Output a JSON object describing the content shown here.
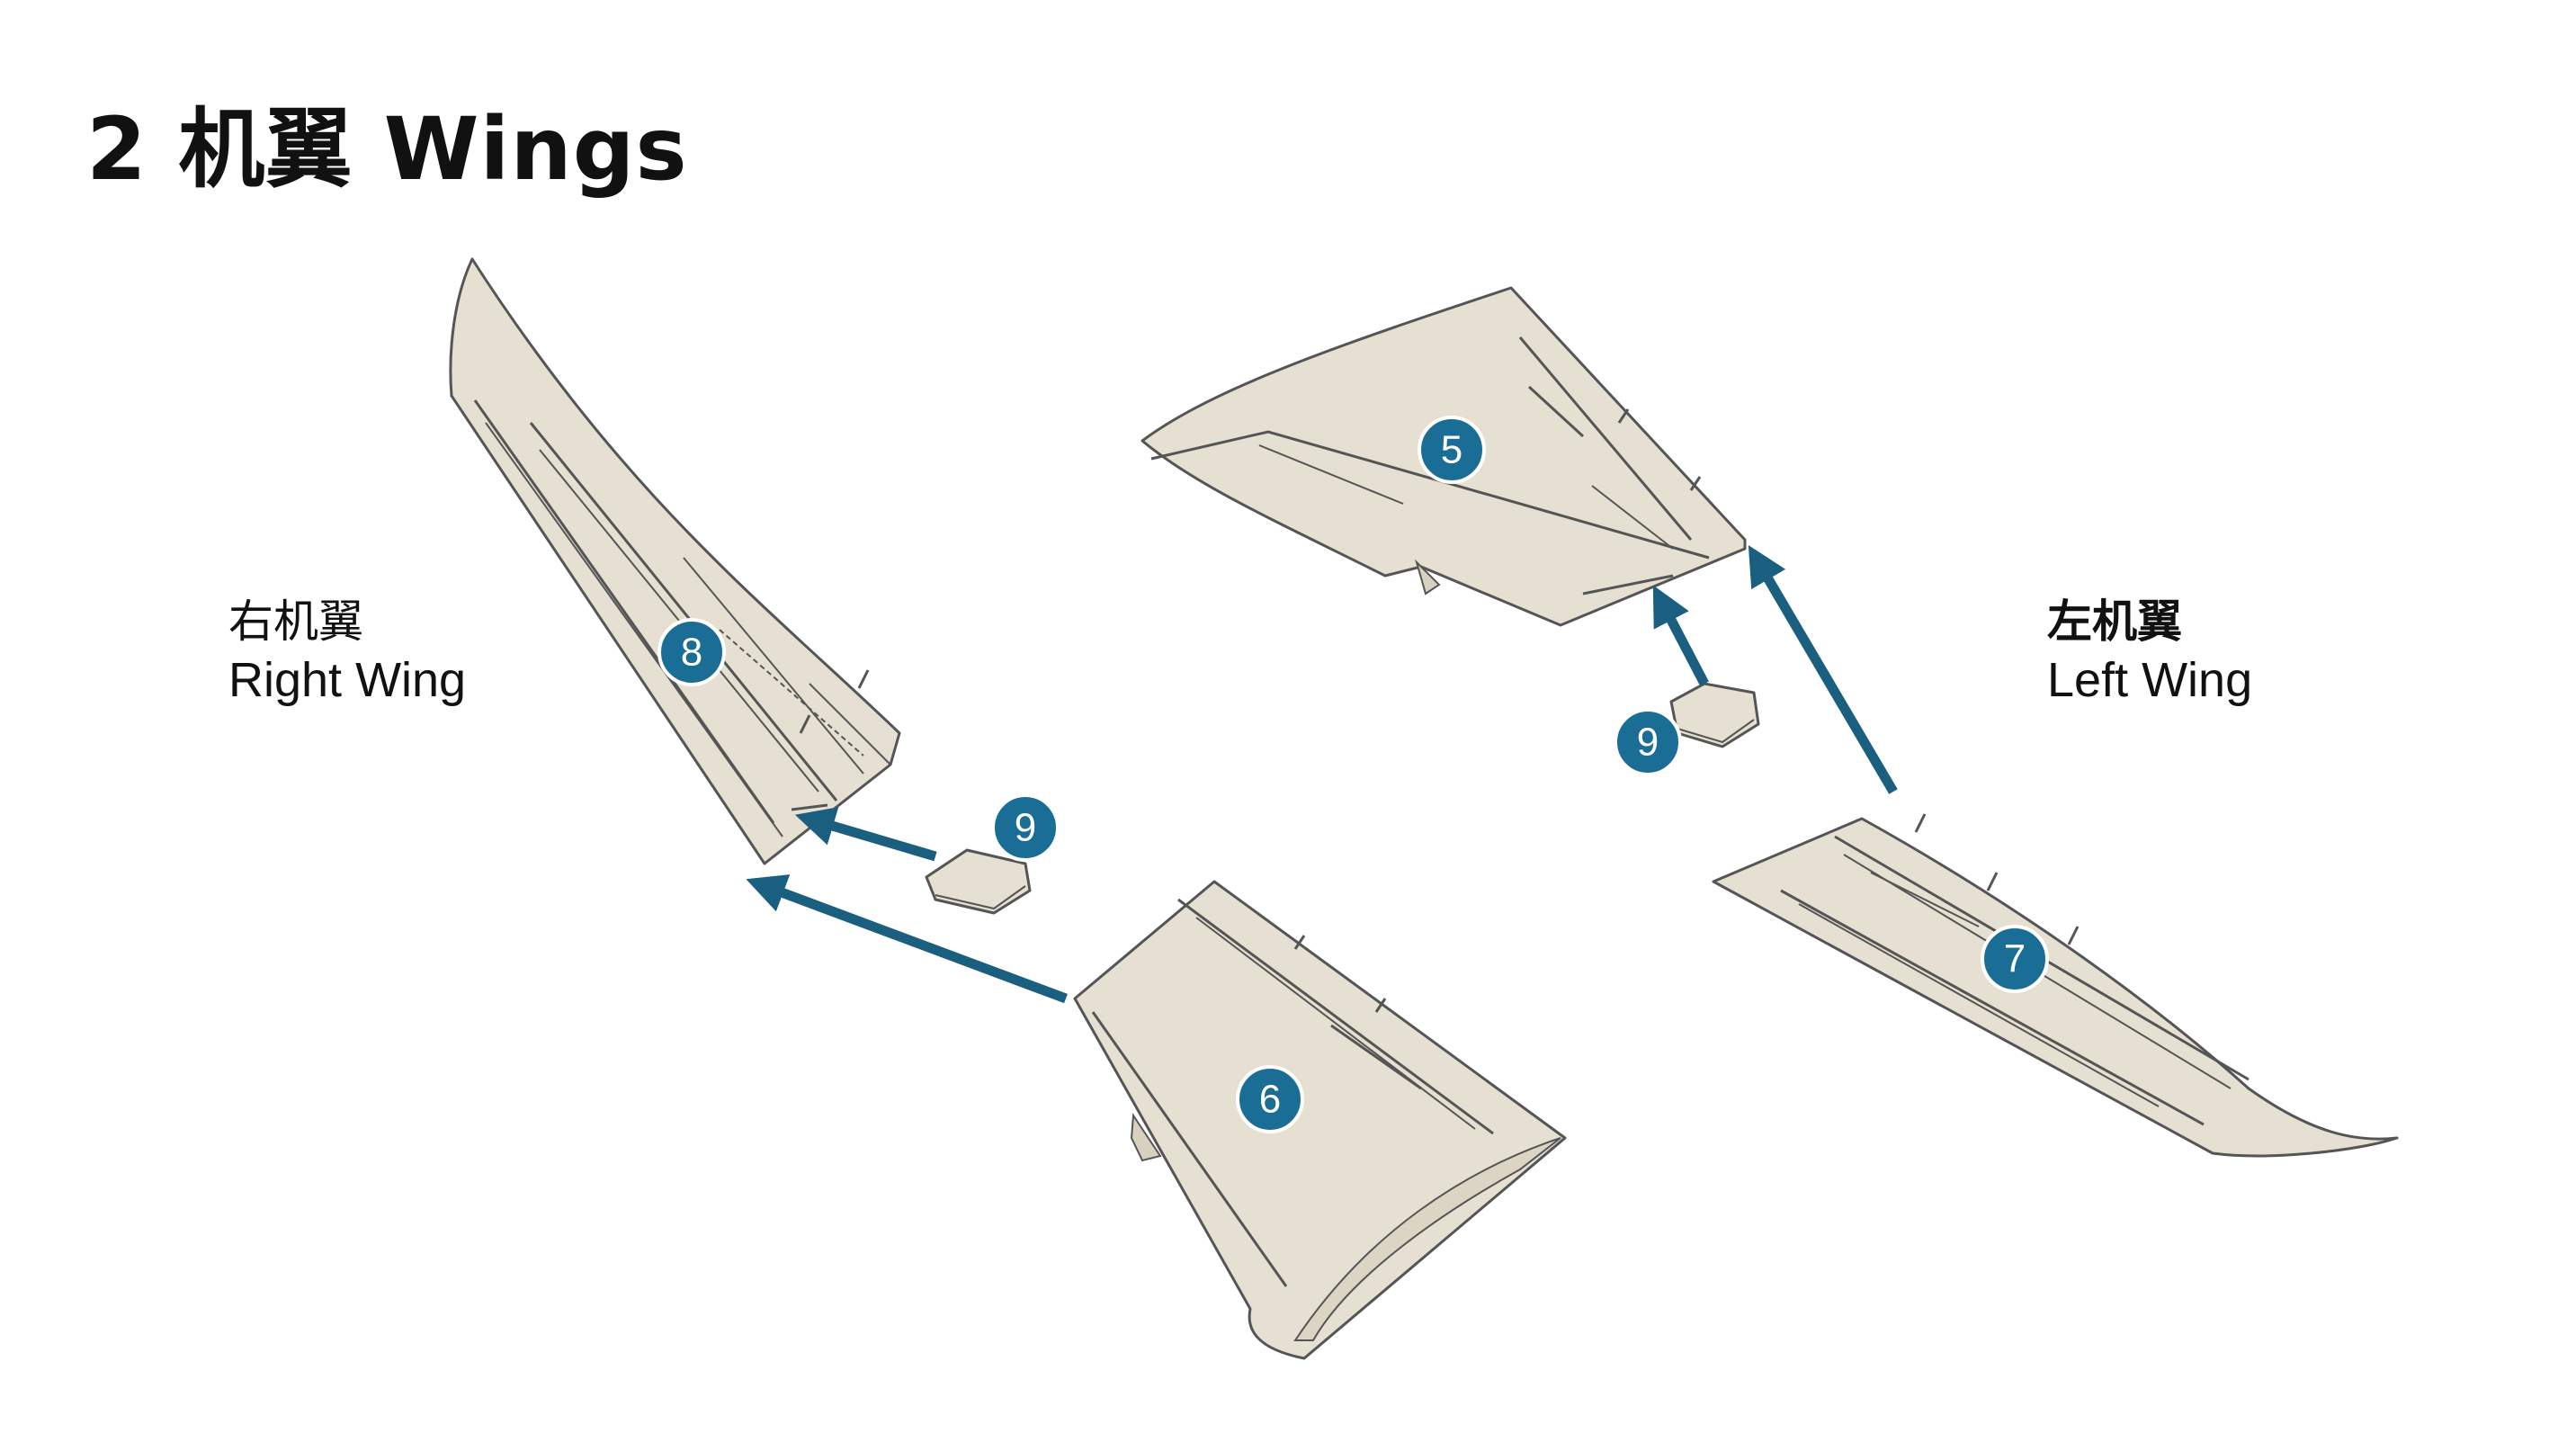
{
  "title": "2 机翼 Wings",
  "labels": {
    "right_wing": {
      "zh": "右机翼",
      "en": "Right Wing"
    },
    "left_wing": {
      "zh": "左机翼",
      "en": "Left Wing"
    }
  },
  "callouts": {
    "part5": "5",
    "part6": "6",
    "part7": "7",
    "part8": "8",
    "part9_right": "9",
    "part9_left": "9"
  },
  "colors": {
    "wing_fill": "#e6e0d2",
    "wing_stroke": "#555555",
    "accent": "#1a6d95",
    "arrow": "#1a5f80"
  }
}
